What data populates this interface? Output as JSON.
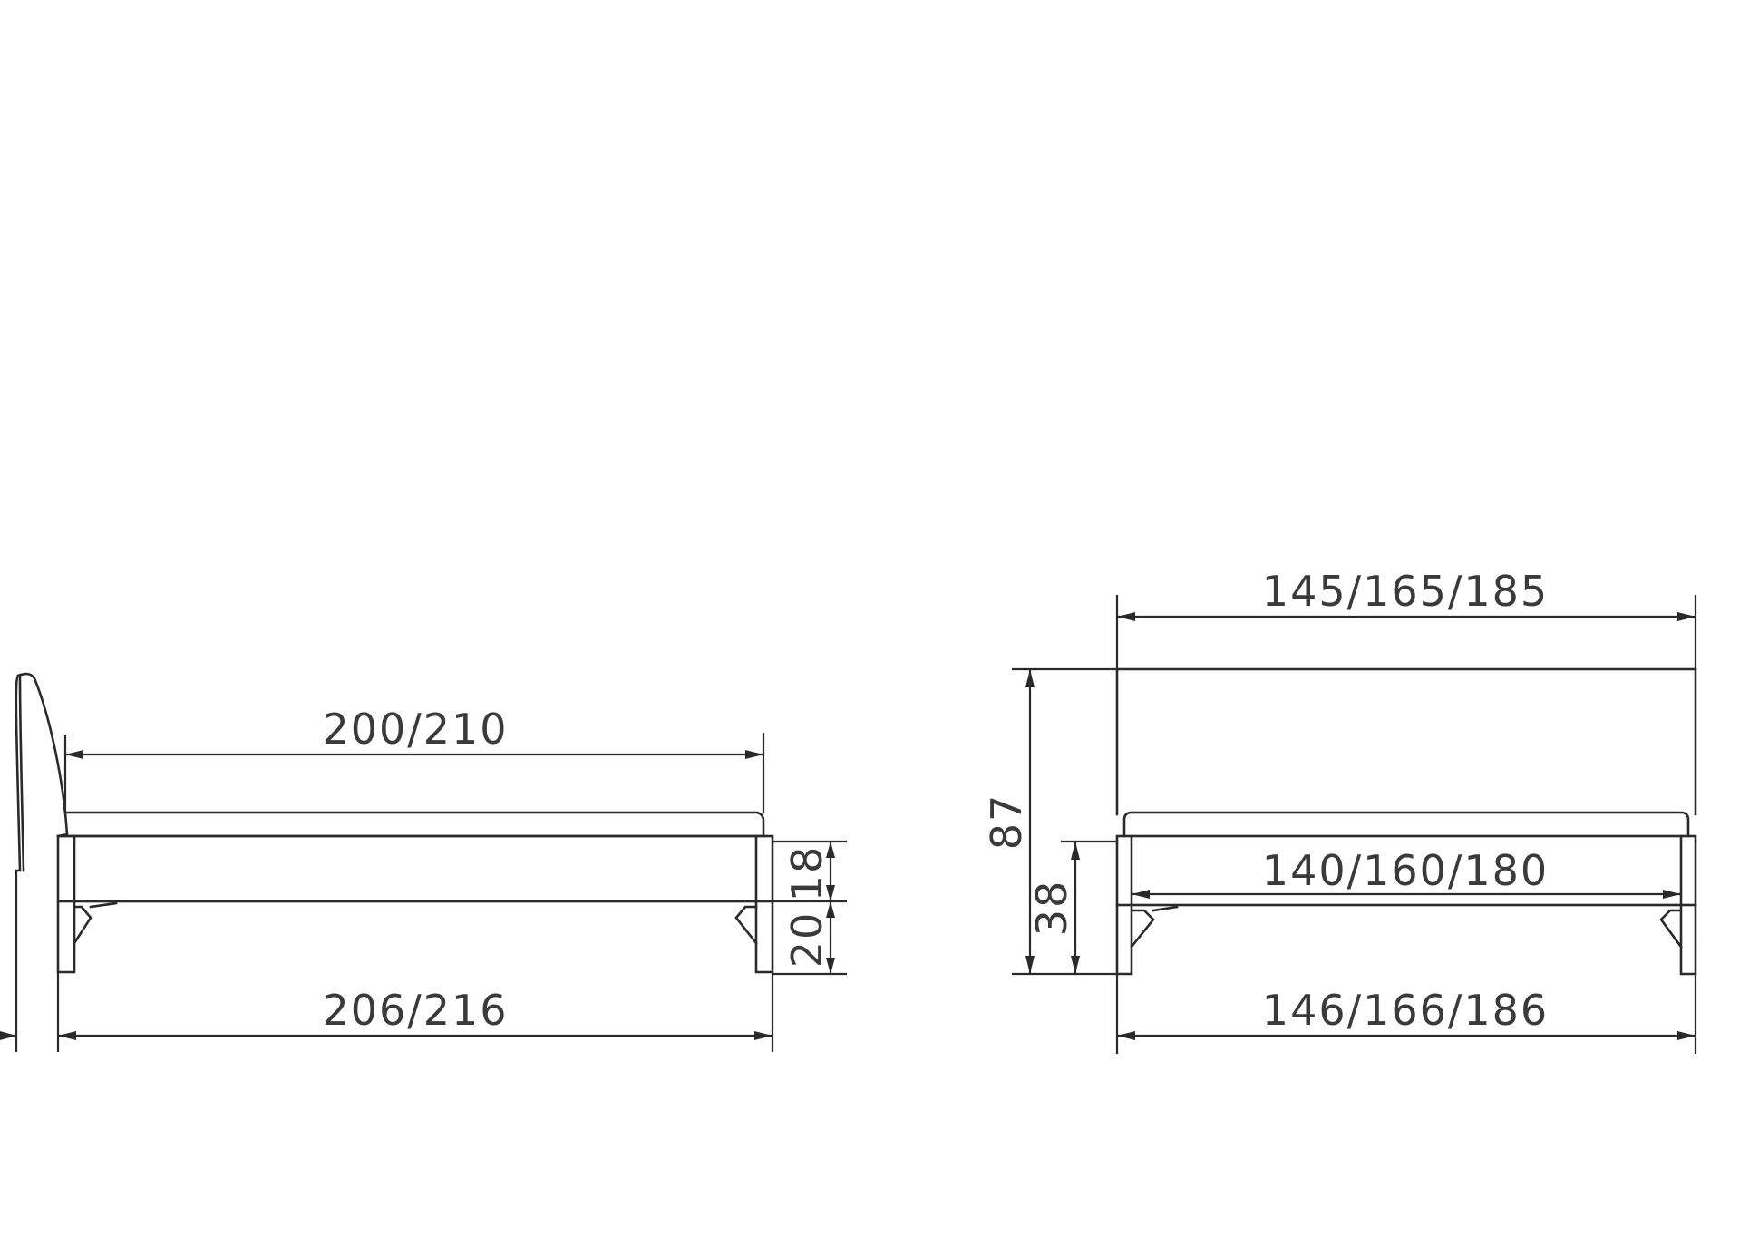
{
  "side_view": {
    "length_inner": "200/210",
    "length_outer": "206/216",
    "frame_height": "18",
    "leg_height": "20"
  },
  "front_view": {
    "width_top": "145/165/185",
    "width_inner": "140/160/180",
    "width_outer": "146/166/186",
    "total_height": "87",
    "bed_height": "38"
  }
}
